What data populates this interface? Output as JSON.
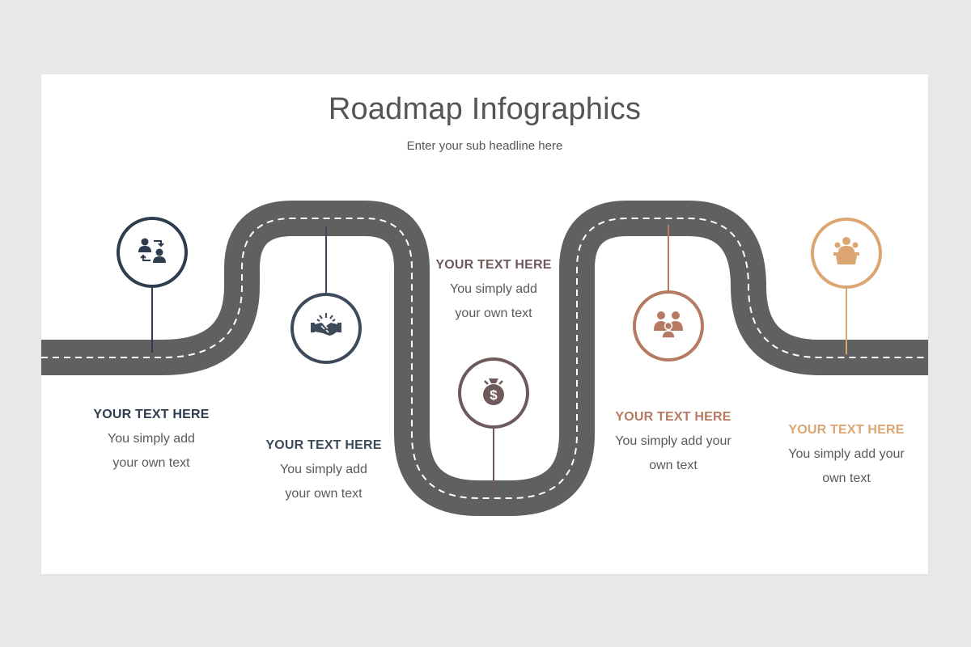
{
  "slide": {
    "title": "Roadmap Infographics",
    "subtitle": "Enter your sub headline here"
  },
  "colors": {
    "road": "#606060",
    "stripe": "#ffffff",
    "step1": "#2d3c4e",
    "step2": "#3c4a5a",
    "step3": "#6e5a5b",
    "step4": "#b67a62",
    "step5": "#dca673"
  },
  "steps": [
    {
      "icon": "people-exchange-icon",
      "heading": "YOUR TEXT HERE",
      "line1": "You simply add",
      "line2": "your own text"
    },
    {
      "icon": "handshake-icon",
      "heading": "YOUR TEXT HERE",
      "line1": "You simply add",
      "line2": "your own text"
    },
    {
      "icon": "money-bag-icon",
      "heading": "YOUR TEXT HERE",
      "line1": "You simply add",
      "line2": "your own text"
    },
    {
      "icon": "team-icon",
      "heading": "YOUR TEXT HERE",
      "line1": "You simply add your",
      "line2": "own text"
    },
    {
      "icon": "speaker-podium-icon",
      "heading": "YOUR TEXT HERE",
      "line1": "You simply add your",
      "line2": "own text"
    }
  ]
}
